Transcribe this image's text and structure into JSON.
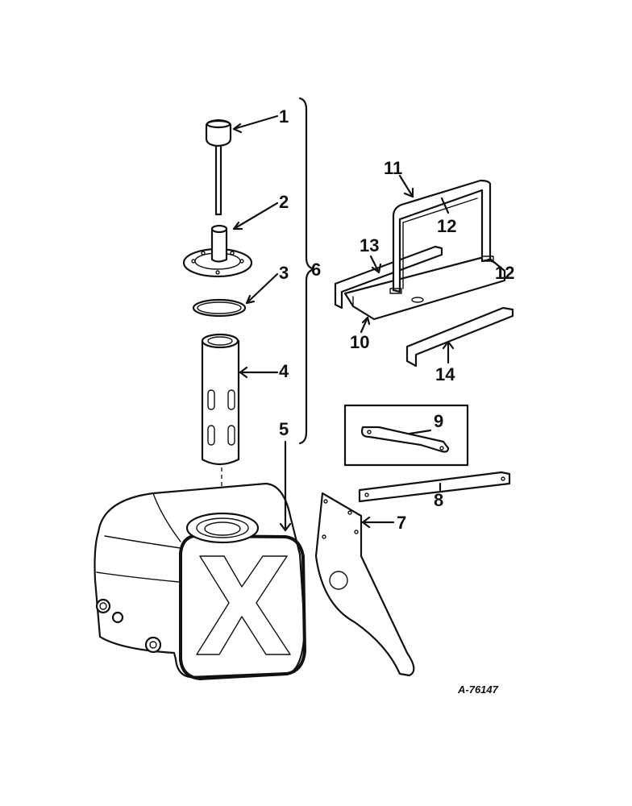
{
  "callouts": {
    "c1": "1",
    "c2": "2",
    "c3": "3",
    "c4": "4",
    "c5": "5",
    "c6": "6",
    "c7": "7",
    "c8": "8",
    "c9": "9",
    "c10": "10",
    "c11": "11",
    "c12a": "12",
    "c12b": "12",
    "c13": "13",
    "c14": "14"
  },
  "drawing_ref": "A-76147"
}
